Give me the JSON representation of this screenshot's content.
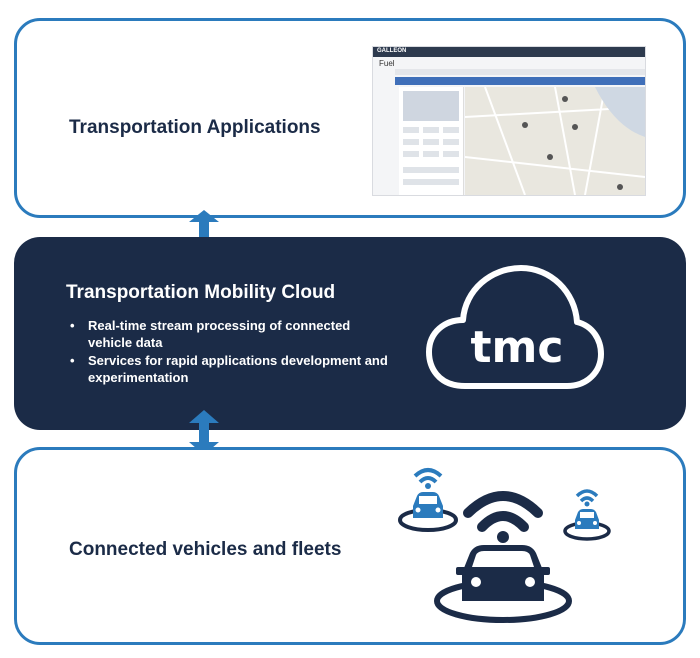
{
  "layers": {
    "top": {
      "title": "Transportation Applications"
    },
    "middle": {
      "title": "Transportation Mobility Cloud",
      "bullets": [
        "Real-time stream processing of connected vehicle data",
        "Services for rapid applications development and experimentation"
      ],
      "cloud_label": "tmc"
    },
    "bottom": {
      "title": "Connected vehicles and fleets"
    }
  },
  "screenshot": {
    "header": "GALLEON",
    "page_title": "Fuel"
  },
  "colors": {
    "navy": "#1b2b47",
    "blue": "#2b7bbd",
    "white": "#ffffff"
  },
  "icons": [
    "double-arrow-icon",
    "cloud-icon",
    "connected-car-icon",
    "wifi-signal-icon"
  ]
}
